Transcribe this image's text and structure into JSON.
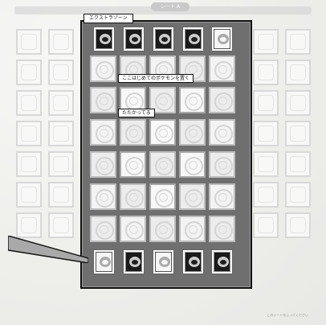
{
  "header": {
    "left_label": "",
    "center_label": "シート A"
  },
  "panel": {
    "title": "エクストラゾーン"
  },
  "labels": {
    "top": "ここはじめてのポケモンを置く",
    "middle": "たたかってる"
  },
  "footer": {
    "left": "",
    "right": "このシートをふってください"
  },
  "game": {
    "columns": 5,
    "rows": 8,
    "top_row_cards": [
      "card",
      "card",
      "card",
      "card",
      "card"
    ],
    "bottom_row_cards": [
      "card",
      "card",
      "card",
      "card",
      "card"
    ]
  }
}
